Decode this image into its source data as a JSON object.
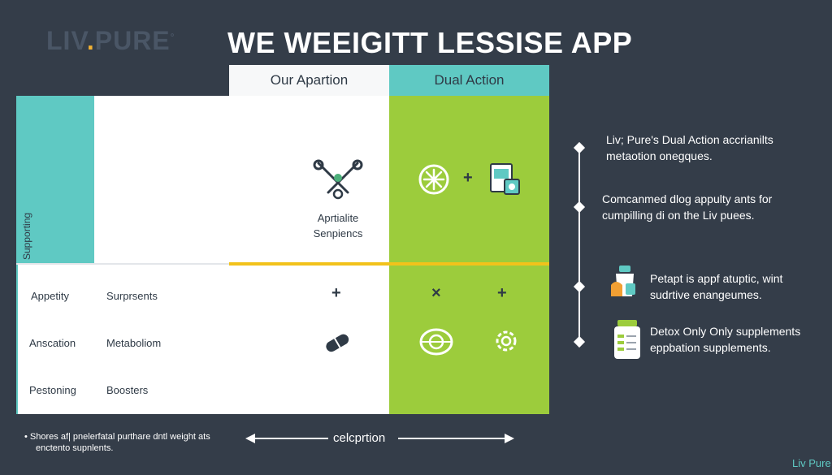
{
  "header": {
    "brand_part1": "LIV",
    "brand_dot": ".",
    "brand_part2": "PURE",
    "brand_tm": "°",
    "title": "WE WEEIGITT LESSISE APP"
  },
  "table": {
    "col_ours": "Our Apartion",
    "col_dual": "Dual Action",
    "side_label": "Supporting",
    "feature_caption_line1": "Aprtialite",
    "feature_caption_line2": "Senpiencs",
    "rows": [
      {
        "label": "Appetity",
        "sub": "Surprsents",
        "ours": "+",
        "dual_a": "×",
        "dual_b": "+"
      },
      {
        "label": "Anscation",
        "sub": "Metaboliom",
        "ours": "pill",
        "dual_a": "seed",
        "dual_b": "gear"
      },
      {
        "label": "Pestoning",
        "sub": "Boosters"
      }
    ],
    "plus_sign": "+"
  },
  "notes": [
    {
      "line1": "Liv; Pure's Dual Action accrianilts",
      "line2": "metaotion onegques."
    },
    {
      "line1": "Comcanmed dlog appulty ants for",
      "line2": "cumpilling di on the Liv puees."
    },
    {
      "line1": "Petapt is appf atuptic, wint",
      "line2": "sudrtive enangeumes."
    },
    {
      "line1": "Detox Only Only supplements",
      "line2": "eppbation supplements."
    }
  ],
  "footer": {
    "footnote_line1": "Shores af| pnelerfatal purthare dntl weight ats",
    "footnote_line2": "enctento supnlents.",
    "arrow_label": "celcprtion",
    "corner_brand": "Liv Pure"
  },
  "colors": {
    "background": "#343d49",
    "teal": "#5fc9c3",
    "green": "#9ccc3c",
    "yellow": "#f2c21b"
  }
}
